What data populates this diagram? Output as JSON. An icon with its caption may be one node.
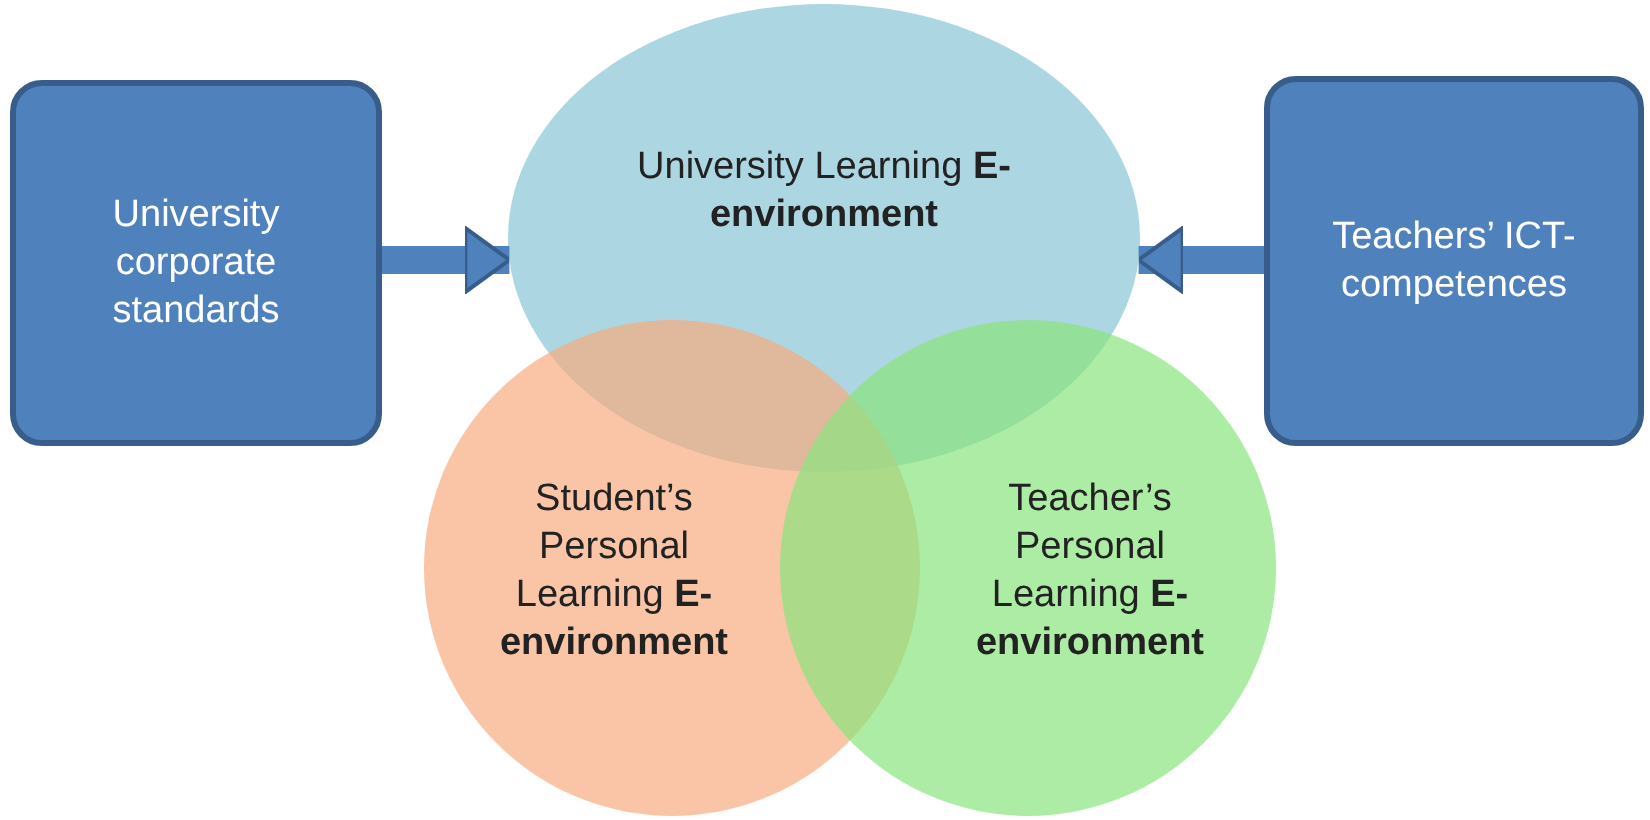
{
  "diagram": {
    "nodes": [
      {
        "text": [
          "University corporate standards"
        ]
      },
      {
        "text": [
          "University Learning **E-environment**"
        ]
      },
      {
        "text": [
          "Teachers’ ICT-competences"
        ]
      },
      {
        "text": [
          "Student’s Personal Learning **E-environment**"
        ]
      },
      {
        "text": [
          "Teacher’s Personal Learning **E-environment**"
        ]
      }
    ],
    "edges": [
      {
        "from": 0,
        "to": 1,
        "arrow": "to"
      },
      {
        "from": 2,
        "to": 1,
        "arrow": "to"
      }
    ]
  }
}
